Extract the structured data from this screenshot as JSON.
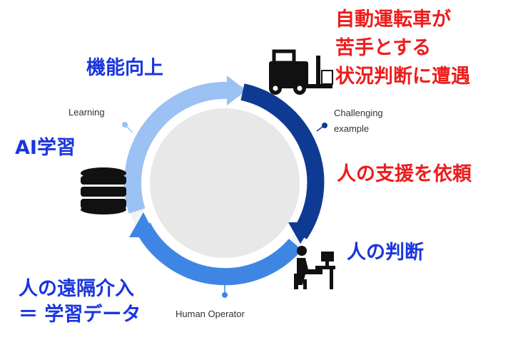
{
  "cycle": {
    "learning_label": "Learning",
    "challenging_label_line1": "Challenging",
    "challenging_label_line2": "example",
    "human_operator_label": "Human Operator"
  },
  "annotations": {
    "improve": "機能向上",
    "ai_learning": "AI学習",
    "ai_difficult_line1": "自動運転車が",
    "ai_difficult_line2": "苦手とする",
    "ai_difficult_line3": "状況判断に遭遇",
    "request_help": "人の支援を依頼",
    "human_judgment": "人の判断",
    "remote_intervention_line1": "人の遠隔介入",
    "remote_intervention_line2": "＝ 学習データ"
  },
  "colors": {
    "light_blue": "#9cc1f3",
    "mid_blue": "#3f86e4",
    "dark_blue": "#0e3a93",
    "inner_gray": "#e6e6e6",
    "red_text": "#ee1c1c",
    "blue_text": "#1a35dd"
  },
  "icons": [
    "forklift-icon",
    "database-icon",
    "operator-desk-icon"
  ]
}
